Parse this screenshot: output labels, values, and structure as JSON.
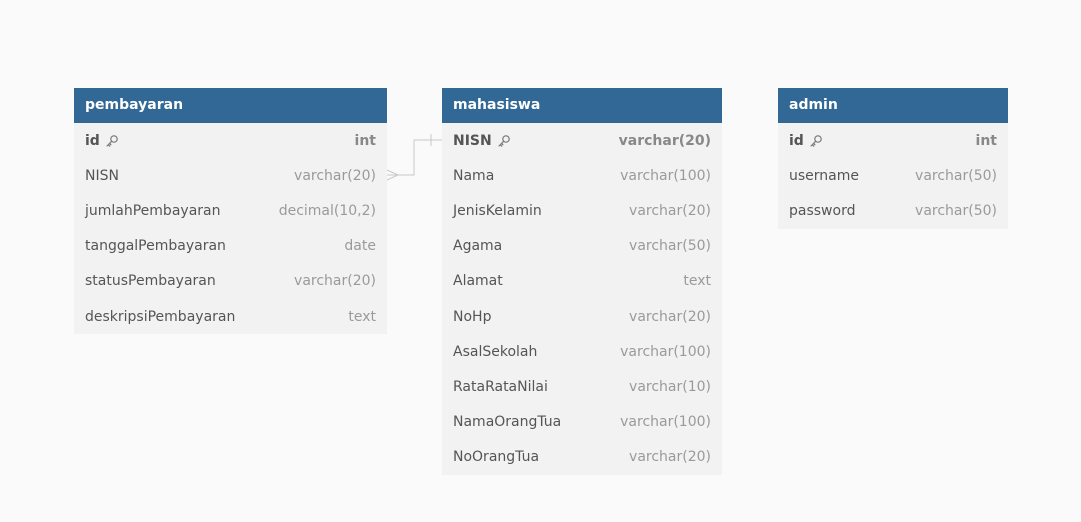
{
  "tables": {
    "pembayaran": {
      "name": "pembayaran",
      "columns": [
        {
          "name": "id",
          "type": "int",
          "pk": true
        },
        {
          "name": "NISN",
          "type": "varchar(20)",
          "pk": false
        },
        {
          "name": "jumlahPembayaran",
          "type": "decimal(10,2)",
          "pk": false
        },
        {
          "name": "tanggalPembayaran",
          "type": "date",
          "pk": false
        },
        {
          "name": "statusPembayaran",
          "type": "varchar(20)",
          "pk": false
        },
        {
          "name": "deskripsiPembayaran",
          "type": "text",
          "pk": false
        }
      ]
    },
    "mahasiswa": {
      "name": "mahasiswa",
      "columns": [
        {
          "name": "NISN",
          "type": "varchar(20)",
          "pk": true
        },
        {
          "name": "Nama",
          "type": "varchar(100)",
          "pk": false
        },
        {
          "name": "JenisKelamin",
          "type": "varchar(20)",
          "pk": false
        },
        {
          "name": "Agama",
          "type": "varchar(50)",
          "pk": false
        },
        {
          "name": "Alamat",
          "type": "text",
          "pk": false
        },
        {
          "name": "NoHp",
          "type": "varchar(20)",
          "pk": false
        },
        {
          "name": "AsalSekolah",
          "type": "varchar(100)",
          "pk": false
        },
        {
          "name": "RataRataNilai",
          "type": "varchar(10)",
          "pk": false
        },
        {
          "name": "NamaOrangTua",
          "type": "varchar(100)",
          "pk": false
        },
        {
          "name": "NoOrangTua",
          "type": "varchar(20)",
          "pk": false
        }
      ]
    },
    "admin": {
      "name": "admin",
      "columns": [
        {
          "name": "id",
          "type": "int",
          "pk": true
        },
        {
          "name": "username",
          "type": "varchar(50)",
          "pk": false
        },
        {
          "name": "password",
          "type": "varchar(50)",
          "pk": false
        }
      ]
    }
  },
  "colors": {
    "header": "#326896",
    "body": "#f2f2f2",
    "background": "#fafafa",
    "relation_line": "#c8c8c8"
  },
  "relations": [
    {
      "from": "pembayaran.NISN",
      "to": "mahasiswa.NISN",
      "cardinality": "many-to-one"
    }
  ]
}
